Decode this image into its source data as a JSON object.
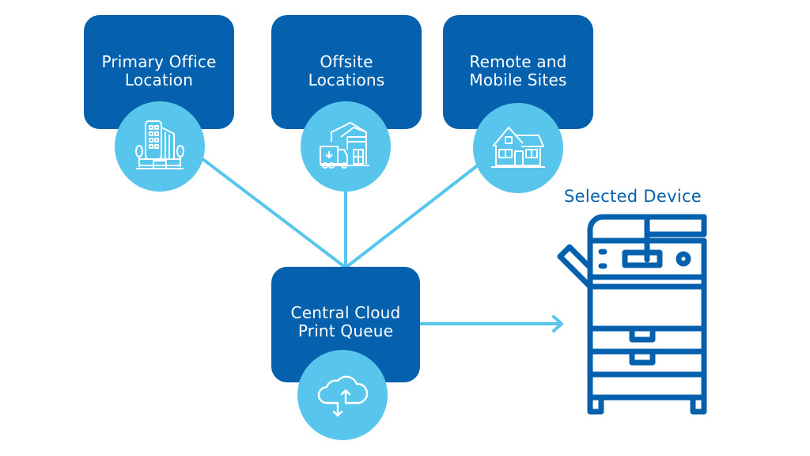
{
  "colors": {
    "box": "#0561ad",
    "circle": "#58c6ec",
    "connector": "#58c6ec",
    "device": "#0561ad",
    "icon_stroke": "#ffffff"
  },
  "nodes": {
    "primary": {
      "label_line1": "Primary Office",
      "label_line2": "Location",
      "icon": "office-building-icon"
    },
    "offsite": {
      "label_line1": "Offsite",
      "label_line2": "Locations",
      "icon": "warehouse-truck-icon"
    },
    "remote": {
      "label_line1": "Remote and",
      "label_line2": "Mobile Sites",
      "icon": "house-icon"
    },
    "central": {
      "label_line1": "Central Cloud",
      "label_line2": "Print Queue",
      "icon": "cloud-sync-icon"
    }
  },
  "device": {
    "title": "Selected Device",
    "icon": "printer-copier-icon"
  },
  "edges": [
    {
      "from": "primary",
      "to": "central"
    },
    {
      "from": "offsite",
      "to": "central"
    },
    {
      "from": "remote",
      "to": "central"
    },
    {
      "from": "central",
      "to": "device",
      "arrow": true
    }
  ]
}
